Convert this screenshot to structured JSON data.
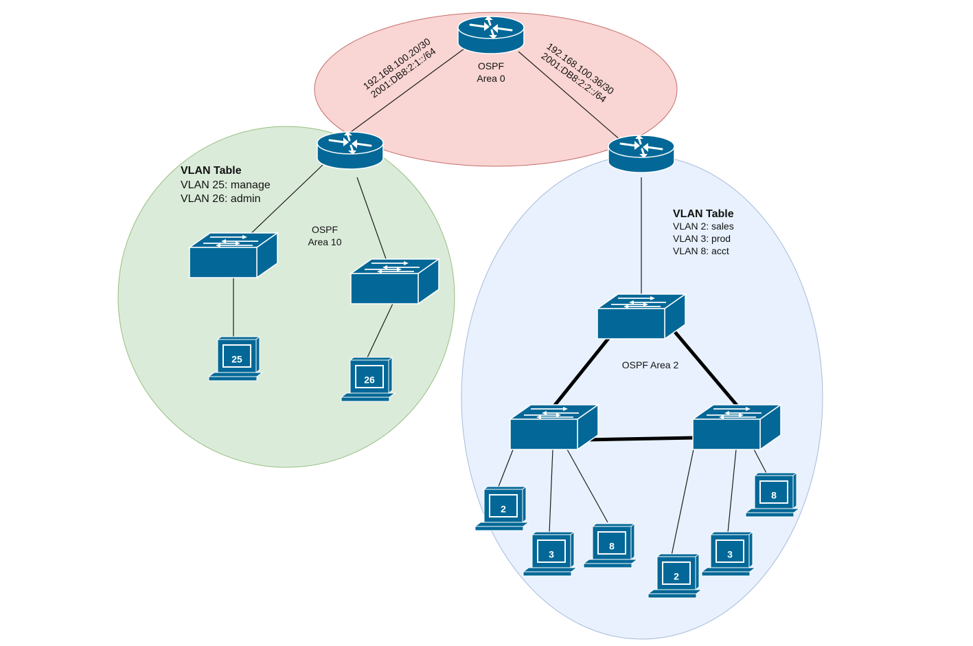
{
  "colors": {
    "area0_fill": "#f8cecc",
    "area0_stroke": "#b85450",
    "area10_fill": "#d5e8d4",
    "area10_stroke": "#82b366",
    "area2_fill": "#dae8fc",
    "area2_stroke": "#6c8ebf",
    "device_blue": "#036897"
  },
  "icons": {
    "router": "router-icon",
    "switch": "switch-icon",
    "pc": "pc-icon"
  },
  "area0": {
    "label_line1": "OSPF",
    "label_line2": "Area 0",
    "link_left_ipv4": "192.168.100.20/30",
    "link_left_ipv6": "2001:DB8:2:1::/64",
    "link_right_ipv4": "192.168.100.36/30",
    "link_right_ipv6": "2001:DB8:2:2::/64"
  },
  "area10": {
    "label_line1": "OSPF",
    "label_line2": "Area 10",
    "vlan_title": "VLAN Table",
    "vlans": [
      "VLAN 25: manage",
      "VLAN 26: admin"
    ],
    "pcs": [
      "25",
      "26"
    ]
  },
  "area2": {
    "label": "OSPF Area 2",
    "vlan_title": "VLAN Table",
    "vlans": [
      "VLAN 2: sales",
      "VLAN 3: prod",
      "VLAN 8: acct"
    ],
    "pcs_left": [
      "2",
      "3",
      "8"
    ],
    "pcs_right": [
      "2",
      "3",
      "8"
    ]
  }
}
